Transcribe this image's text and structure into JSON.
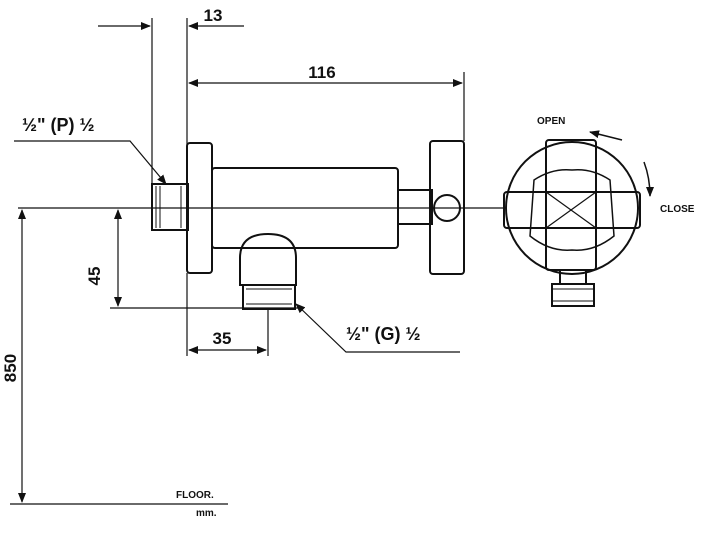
{
  "dimensions": {
    "top_width": "13",
    "overall_length": "116",
    "vertical_offset": "45",
    "outlet_offset": "35",
    "height_from_floor": "850"
  },
  "labels": {
    "inlet_thread": "½\" (P) ½",
    "outlet_thread": "½\" (G) ½",
    "open": "OPEN",
    "close": "CLOSE",
    "floor": "FLOOR.",
    "units": "mm."
  },
  "colors": {
    "line": "#111111",
    "background": "#ffffff"
  }
}
